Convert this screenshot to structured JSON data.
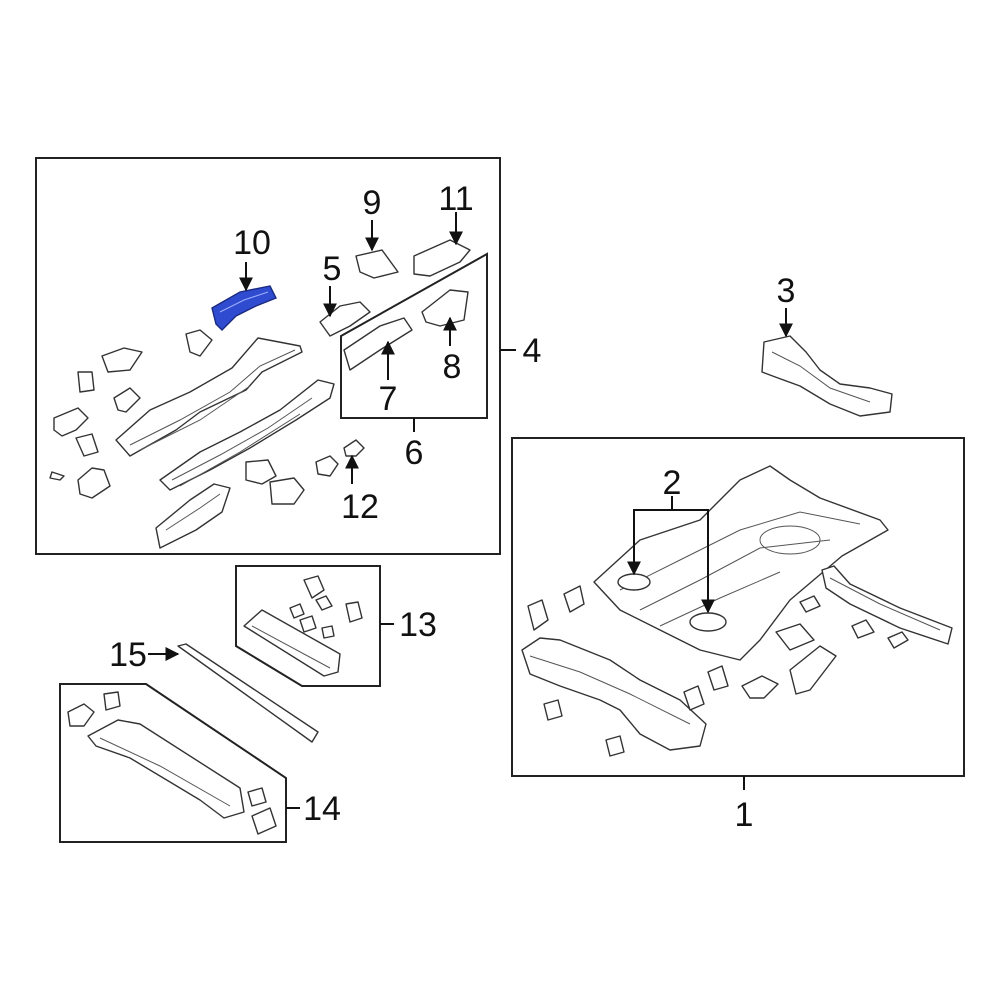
{
  "diagram": {
    "highlight_color": "#2f4bd0",
    "callouts": {
      "c1": "1",
      "c2": "2",
      "c3": "3",
      "c4": "4",
      "c5": "5",
      "c6": "6",
      "c7": "7",
      "c8": "8",
      "c9": "9",
      "c10": "10",
      "c11": "11",
      "c12": "12",
      "c13": "13",
      "c14": "14",
      "c15": "15"
    }
  }
}
